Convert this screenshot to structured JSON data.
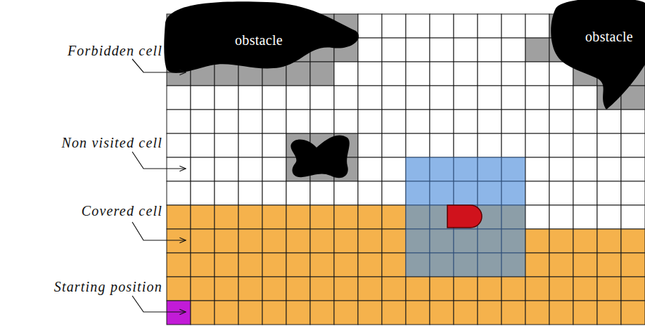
{
  "diagram": {
    "labels": [
      "obstacle",
      "obstacle",
      "Forbidden cell",
      "Non visited cell",
      "Covered cell",
      "Starting position"
    ]
  }
}
